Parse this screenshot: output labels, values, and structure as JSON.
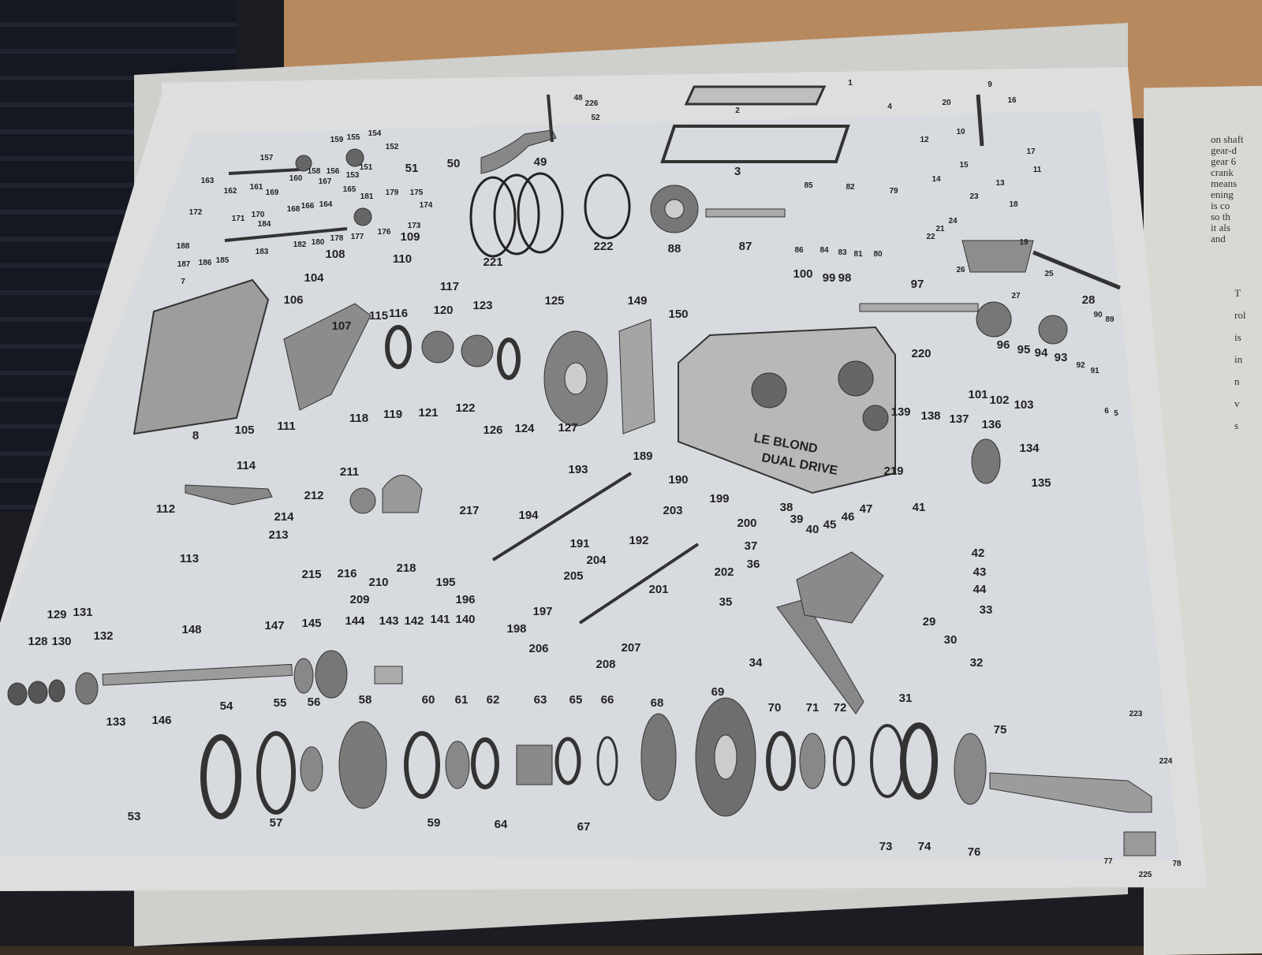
{
  "page_text": {
    "right_column": [
      "on shaft",
      "gear-d",
      "gear 6",
      "crank",
      "means",
      "ening",
      "is co",
      "so th",
      "it als",
      "and"
    ],
    "right_fragments": [
      "T",
      "rol",
      "is",
      "in",
      "n",
      "v",
      "s"
    ]
  },
  "headstock_casting_lettering": [
    "LE BLOND",
    "DUAL DRIVE"
  ],
  "callouts": [
    {
      "n": "1"
    },
    {
      "n": "2"
    },
    {
      "n": "3"
    },
    {
      "n": "4"
    },
    {
      "n": "5"
    },
    {
      "n": "6"
    },
    {
      "n": "7"
    },
    {
      "n": "8"
    },
    {
      "n": "9"
    },
    {
      "n": "10"
    },
    {
      "n": "11"
    },
    {
      "n": "12"
    },
    {
      "n": "13"
    },
    {
      "n": "14"
    },
    {
      "n": "15"
    },
    {
      "n": "16"
    },
    {
      "n": "17"
    },
    {
      "n": "18"
    },
    {
      "n": "19"
    },
    {
      "n": "20"
    },
    {
      "n": "21"
    },
    {
      "n": "22"
    },
    {
      "n": "23"
    },
    {
      "n": "24"
    },
    {
      "n": "25"
    },
    {
      "n": "26"
    },
    {
      "n": "27"
    },
    {
      "n": "28"
    },
    {
      "n": "29"
    },
    {
      "n": "30"
    },
    {
      "n": "31"
    },
    {
      "n": "32"
    },
    {
      "n": "33"
    },
    {
      "n": "34"
    },
    {
      "n": "35"
    },
    {
      "n": "36"
    },
    {
      "n": "37"
    },
    {
      "n": "38"
    },
    {
      "n": "39"
    },
    {
      "n": "40"
    },
    {
      "n": "41"
    },
    {
      "n": "42"
    },
    {
      "n": "43"
    },
    {
      "n": "44"
    },
    {
      "n": "45"
    },
    {
      "n": "46"
    },
    {
      "n": "47"
    },
    {
      "n": "48"
    },
    {
      "n": "49"
    },
    {
      "n": "50"
    },
    {
      "n": "51"
    },
    {
      "n": "52"
    },
    {
      "n": "53"
    },
    {
      "n": "54"
    },
    {
      "n": "55"
    },
    {
      "n": "56"
    },
    {
      "n": "57"
    },
    {
      "n": "58"
    },
    {
      "n": "59"
    },
    {
      "n": "60"
    },
    {
      "n": "61"
    },
    {
      "n": "62"
    },
    {
      "n": "63"
    },
    {
      "n": "64"
    },
    {
      "n": "65"
    },
    {
      "n": "66"
    },
    {
      "n": "67"
    },
    {
      "n": "68"
    },
    {
      "n": "69"
    },
    {
      "n": "70"
    },
    {
      "n": "71"
    },
    {
      "n": "72"
    },
    {
      "n": "73"
    },
    {
      "n": "74"
    },
    {
      "n": "75"
    },
    {
      "n": "76"
    },
    {
      "n": "77"
    },
    {
      "n": "78"
    },
    {
      "n": "79"
    },
    {
      "n": "80"
    },
    {
      "n": "81"
    },
    {
      "n": "82"
    },
    {
      "n": "83"
    },
    {
      "n": "84"
    },
    {
      "n": "85"
    },
    {
      "n": "86"
    },
    {
      "n": "87"
    },
    {
      "n": "88"
    },
    {
      "n": "89"
    },
    {
      "n": "90"
    },
    {
      "n": "91"
    },
    {
      "n": "92"
    },
    {
      "n": "93"
    },
    {
      "n": "94"
    },
    {
      "n": "95"
    },
    {
      "n": "96"
    },
    {
      "n": "97"
    },
    {
      "n": "98"
    },
    {
      "n": "99"
    },
    {
      "n": "100"
    },
    {
      "n": "101"
    },
    {
      "n": "102"
    },
    {
      "n": "103"
    },
    {
      "n": "104"
    },
    {
      "n": "105"
    },
    {
      "n": "106"
    },
    {
      "n": "107"
    },
    {
      "n": "108"
    },
    {
      "n": "109"
    },
    {
      "n": "110"
    },
    {
      "n": "111"
    },
    {
      "n": "112"
    },
    {
      "n": "113"
    },
    {
      "n": "114"
    },
    {
      "n": "115"
    },
    {
      "n": "116"
    },
    {
      "n": "117"
    },
    {
      "n": "118"
    },
    {
      "n": "119"
    },
    {
      "n": "120"
    },
    {
      "n": "121"
    },
    {
      "n": "122"
    },
    {
      "n": "123"
    },
    {
      "n": "124"
    },
    {
      "n": "125"
    },
    {
      "n": "126"
    },
    {
      "n": "127"
    },
    {
      "n": "128"
    },
    {
      "n": "129"
    },
    {
      "n": "130"
    },
    {
      "n": "131"
    },
    {
      "n": "132"
    },
    {
      "n": "133"
    },
    {
      "n": "134"
    },
    {
      "n": "135"
    },
    {
      "n": "136"
    },
    {
      "n": "137"
    },
    {
      "n": "138"
    },
    {
      "n": "139"
    },
    {
      "n": "140"
    },
    {
      "n": "141"
    },
    {
      "n": "142"
    },
    {
      "n": "143"
    },
    {
      "n": "144"
    },
    {
      "n": "145"
    },
    {
      "n": "146"
    },
    {
      "n": "147"
    },
    {
      "n": "148"
    },
    {
      "n": "149"
    },
    {
      "n": "150"
    },
    {
      "n": "151"
    },
    {
      "n": "152"
    },
    {
      "n": "153"
    },
    {
      "n": "154"
    },
    {
      "n": "155"
    },
    {
      "n": "156"
    },
    {
      "n": "157"
    },
    {
      "n": "158"
    },
    {
      "n": "159"
    },
    {
      "n": "160"
    },
    {
      "n": "161"
    },
    {
      "n": "162"
    },
    {
      "n": "163"
    },
    {
      "n": "164"
    },
    {
      "n": "165"
    },
    {
      "n": "166"
    },
    {
      "n": "167"
    },
    {
      "n": "168"
    },
    {
      "n": "169"
    },
    {
      "n": "170"
    },
    {
      "n": "171"
    },
    {
      "n": "172"
    },
    {
      "n": "173"
    },
    {
      "n": "174"
    },
    {
      "n": "175"
    },
    {
      "n": "176"
    },
    {
      "n": "177"
    },
    {
      "n": "178"
    },
    {
      "n": "179"
    },
    {
      "n": "180"
    },
    {
      "n": "181"
    },
    {
      "n": "182"
    },
    {
      "n": "183"
    },
    {
      "n": "184"
    },
    {
      "n": "185"
    },
    {
      "n": "186"
    },
    {
      "n": "187"
    },
    {
      "n": "188"
    },
    {
      "n": "189"
    },
    {
      "n": "190"
    },
    {
      "n": "191"
    },
    {
      "n": "192"
    },
    {
      "n": "193"
    },
    {
      "n": "194"
    },
    {
      "n": "195"
    },
    {
      "n": "196"
    },
    {
      "n": "197"
    },
    {
      "n": "198"
    },
    {
      "n": "199"
    },
    {
      "n": "200"
    },
    {
      "n": "201"
    },
    {
      "n": "202"
    },
    {
      "n": "203"
    },
    {
      "n": "204"
    },
    {
      "n": "205"
    },
    {
      "n": "206"
    },
    {
      "n": "207"
    },
    {
      "n": "208"
    },
    {
      "n": "209"
    },
    {
      "n": "210"
    },
    {
      "n": "211"
    },
    {
      "n": "212"
    },
    {
      "n": "213"
    },
    {
      "n": "214"
    },
    {
      "n": "215"
    },
    {
      "n": "216"
    },
    {
      "n": "217"
    },
    {
      "n": "218"
    },
    {
      "n": "219"
    },
    {
      "n": "220"
    },
    {
      "n": "221"
    },
    {
      "n": "222"
    },
    {
      "n": "223"
    },
    {
      "n": "224"
    },
    {
      "n": "225"
    },
    {
      "n": "226"
    }
  ]
}
